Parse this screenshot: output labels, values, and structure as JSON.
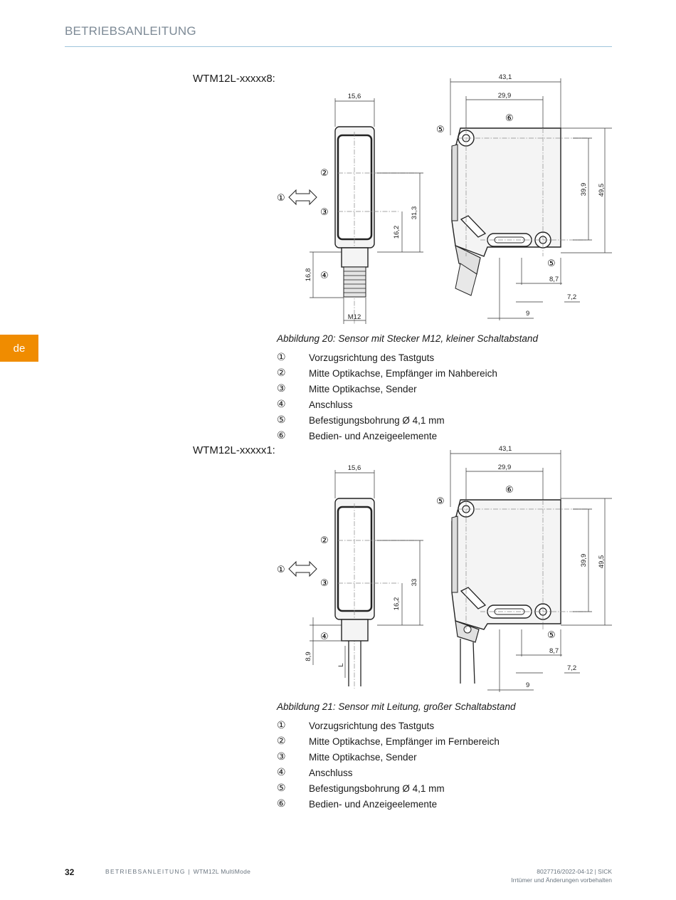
{
  "header": {
    "title": "BETRIEBSANLEITUNG"
  },
  "language_tab": "de",
  "figures": [
    {
      "variant_label": "WTM12L-xxxxx8:",
      "caption": "Abbildung 20: Sensor mit Stecker M12, kleiner Schaltabstand",
      "callouts": [
        "①",
        "②",
        "③",
        "④",
        "⑤",
        "⑥"
      ],
      "dimensions": {
        "width_front": "15,6",
        "height_31": "31,3",
        "height_16": "16,2",
        "connector_len": "16,8",
        "thread": "M12",
        "total_width": "43,1",
        "inner_width": "29,9",
        "height_39": "39,9",
        "height_49": "49,5",
        "d87": "8,7",
        "d72": "7,2",
        "d9": "9"
      },
      "legend": [
        {
          "num": "①",
          "text": "Vorzugsrichtung des Tastguts"
        },
        {
          "num": "②",
          "text": "Mitte Optikachse, Empfänger im Nahbereich"
        },
        {
          "num": "③",
          "text": "Mitte Optikachse, Sender"
        },
        {
          "num": "④",
          "text": "Anschluss"
        },
        {
          "num": "⑤",
          "text": "Befestigungsbohrung Ø 4,1 mm"
        },
        {
          "num": "⑥",
          "text": "Bedien- und Anzeigeelemente"
        }
      ]
    },
    {
      "variant_label": "WTM12L-xxxxx1:",
      "caption": "Abbildung 21: Sensor mit Leitung, großer Schaltabstand",
      "callouts": [
        "①",
        "②",
        "③",
        "④",
        "⑤",
        "⑥"
      ],
      "dimensions": {
        "width_front": "15,6",
        "height_33": "33",
        "height_16": "16,2",
        "cable_off": "8,9",
        "cable_len": "L",
        "total_width": "43,1",
        "inner_width": "29,9",
        "height_39": "39,9",
        "height_49": "49,5",
        "d87": "8,7",
        "d72": "7,2",
        "d9": "9"
      },
      "legend": [
        {
          "num": "①",
          "text": "Vorzugsrichtung des Tastguts"
        },
        {
          "num": "②",
          "text": "Mitte Optikachse, Empfänger im Fernbereich"
        },
        {
          "num": "③",
          "text": "Mitte Optikachse, Sender"
        },
        {
          "num": "④",
          "text": "Anschluss"
        },
        {
          "num": "⑤",
          "text": "Befestigungsbohrung Ø 4,1 mm"
        },
        {
          "num": "⑥",
          "text": "Bedien- und Anzeigeelemente"
        }
      ]
    }
  ],
  "footer": {
    "page_number": "32",
    "document": "BETRIEBSANLEITUNG",
    "product": "WTM12L MultiMode",
    "doc_id": "8027716/2022-04-12 | SICK",
    "disclaimer": "Irrtümer und Änderungen vorbehalten"
  }
}
